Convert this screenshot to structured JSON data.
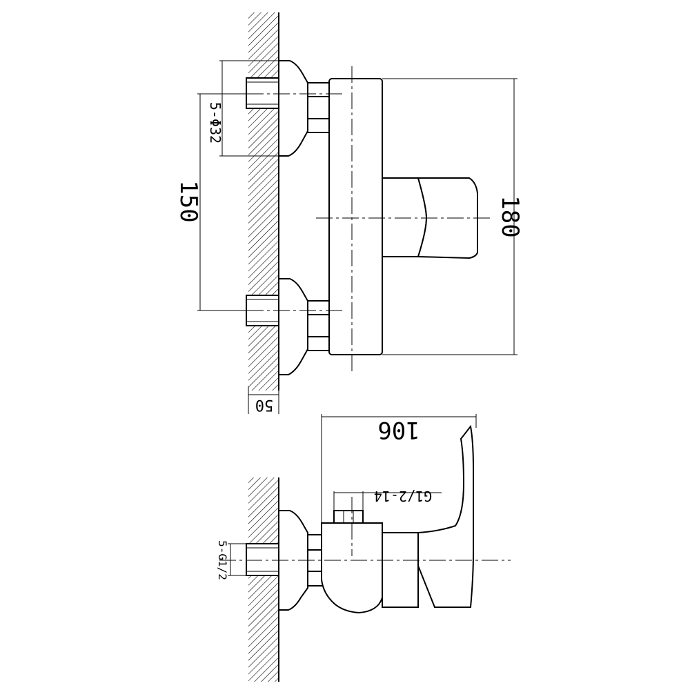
{
  "diagram": {
    "type": "technical drawing: wall-mounted shower mixer, front and side views",
    "stroke_color": "#000000",
    "background_color": "#ffffff",
    "front_view": {
      "dim_height": "180",
      "dim_center_spacing": "150",
      "dim_eccentric": "5-Φ32",
      "dim_wall": "50"
    },
    "side_view": {
      "dim_depth": "106",
      "dim_outlet_thread": "G1/2-14",
      "dim_inlet_thread": "5-G1/2"
    }
  }
}
